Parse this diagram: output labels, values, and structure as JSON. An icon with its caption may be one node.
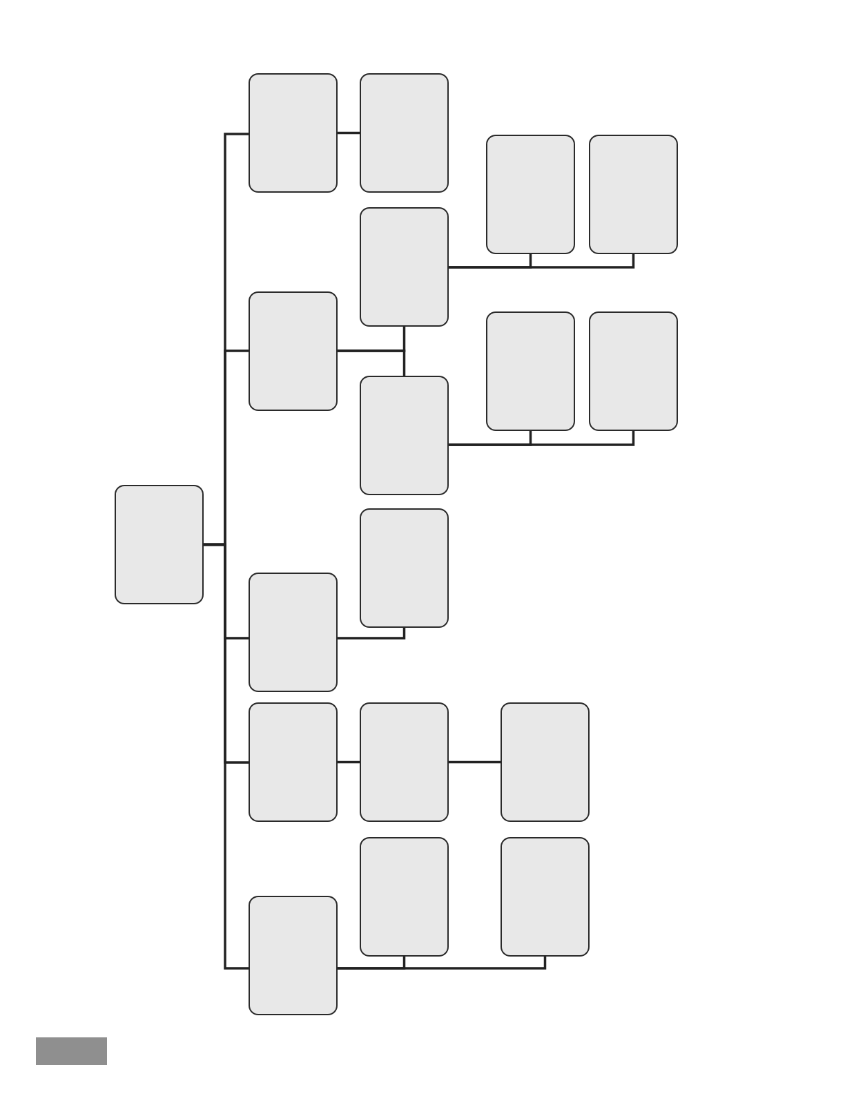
{
  "diagram": {
    "nodes": [
      {
        "text": [],
        "shape": "box"
      },
      {
        "text": [],
        "shape": "box"
      },
      {
        "text": [],
        "shape": "box"
      },
      {
        "text": [],
        "shape": "box"
      },
      {
        "text": [],
        "shape": "box"
      },
      {
        "text": [],
        "shape": "box"
      },
      {
        "text": [],
        "shape": "box"
      },
      {
        "text": [],
        "shape": "box"
      },
      {
        "text": [],
        "shape": "box"
      },
      {
        "text": [],
        "shape": "box"
      },
      {
        "text": [],
        "shape": "box"
      },
      {
        "text": [],
        "shape": "box"
      },
      {
        "text": [],
        "shape": "box"
      },
      {
        "text": [],
        "shape": "box"
      },
      {
        "text": [],
        "shape": "box"
      },
      {
        "text": [],
        "shape": "box"
      },
      {
        "text": [],
        "shape": "box"
      },
      {
        "text": [],
        "shape": "box"
      }
    ],
    "edges": [
      {
        "from": 0,
        "to": 1,
        "arrow": "none"
      },
      {
        "from": 0,
        "to": 3,
        "arrow": "none"
      },
      {
        "from": 0,
        "to": 10,
        "arrow": "none"
      },
      {
        "from": 0,
        "to": 12,
        "arrow": "none"
      },
      {
        "from": 0,
        "to": 15,
        "arrow": "none"
      },
      {
        "from": 1,
        "to": 2,
        "arrow": "none"
      },
      {
        "from": 3,
        "to": 4,
        "arrow": "none"
      },
      {
        "from": 3,
        "to": 7,
        "arrow": "none"
      },
      {
        "from": 4,
        "to": 5,
        "arrow": "none"
      },
      {
        "from": 4,
        "to": 6,
        "arrow": "none"
      },
      {
        "from": 7,
        "to": 8,
        "arrow": "none"
      },
      {
        "from": 7,
        "to": 9,
        "arrow": "none"
      },
      {
        "from": 10,
        "to": 11,
        "arrow": "none"
      },
      {
        "from": 12,
        "to": 13,
        "arrow": "none"
      },
      {
        "from": 13,
        "to": 14,
        "arrow": "none"
      },
      {
        "from": 15,
        "to": 16,
        "arrow": "none"
      },
      {
        "from": 15,
        "to": 17,
        "arrow": "none"
      }
    ]
  }
}
